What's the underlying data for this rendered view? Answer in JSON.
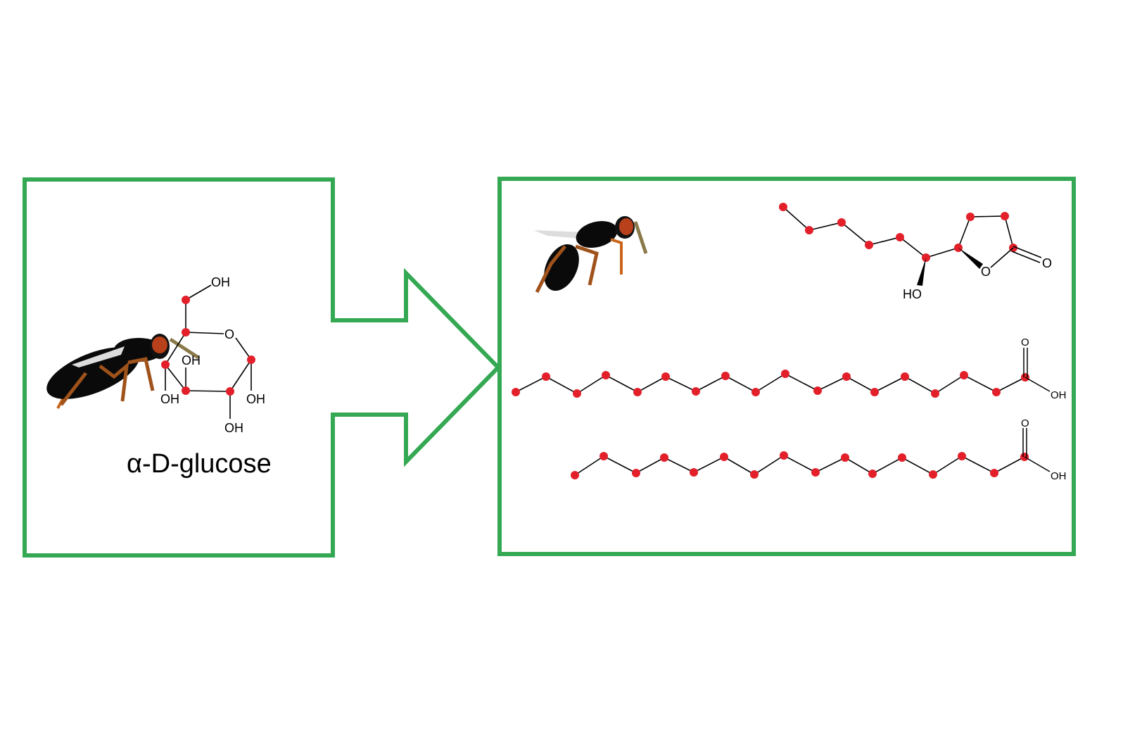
{
  "left_panel": {
    "caption": "α-D-glucose",
    "labels": {
      "oh_c6": "OH",
      "ring_o": "O",
      "oh_c3": "OH",
      "oh_c4": "OH",
      "oh_c2": "OH",
      "oh_c1": "OH"
    }
  },
  "right_panel": {
    "lactone": {
      "ring_o": "O",
      "carbonyl_o": "O",
      "hydroxyl": "HO"
    },
    "acid1": {
      "carbonyl_o": "O",
      "hydroxyl": "OH"
    },
    "acid2": {
      "carbonyl_o": "O",
      "hydroxyl": "OH"
    }
  },
  "colors": {
    "frame": "#34a853",
    "atom": "#e3202a",
    "bond": "#000000"
  }
}
